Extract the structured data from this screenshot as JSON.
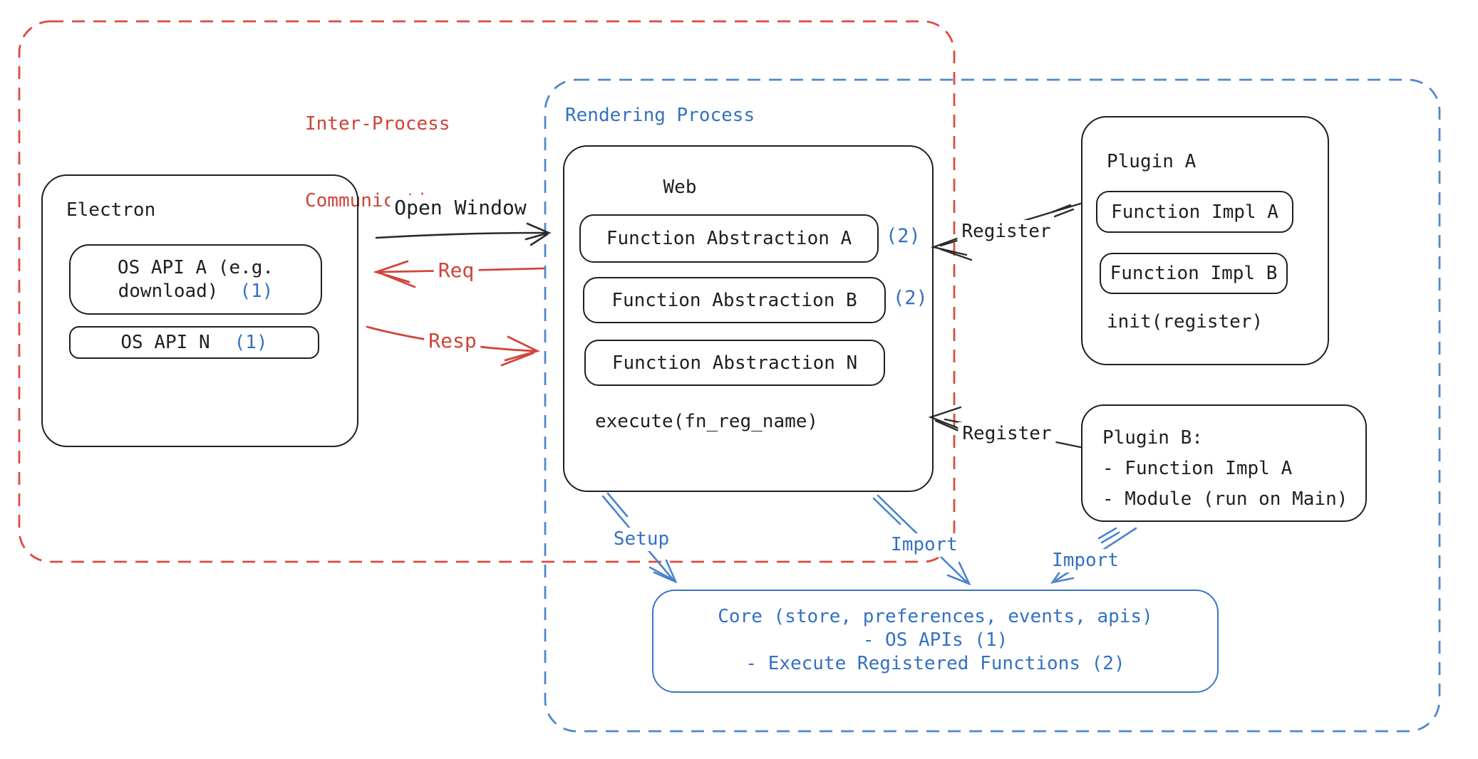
{
  "groups": {
    "ipc": {
      "label_line1": "Inter-Process",
      "label_line2": "Communication"
    },
    "rendering": {
      "label": "Rendering Process"
    }
  },
  "electron": {
    "title": "Electron",
    "os_api_a_line1": "OS API A (e.g.",
    "os_api_a_line2": "download)",
    "os_api_a_badge": "(1)",
    "os_api_n_label": "OS API N",
    "os_api_n_badge": "(1)"
  },
  "web": {
    "title": "Web",
    "fn_a_label": "Function Abstraction A",
    "fn_a_badge": "(2)",
    "fn_b_label": "Function Abstraction B",
    "fn_b_badge": "(2)",
    "fn_n_label": "Function Abstraction N",
    "execute_label": "execute(fn_reg_name)"
  },
  "plugin_a": {
    "title": "Plugin A",
    "impl_a_label": "Function Impl A",
    "impl_b_label": "Function Impl B",
    "init_label": "init(register)"
  },
  "plugin_b": {
    "title": "Plugin B:",
    "item_1": "- Function Impl A",
    "item_2": "- Module (run on Main)"
  },
  "core": {
    "line1": "Core (store, preferences, events, apis)",
    "line2": "- OS APIs (1)",
    "line3": "- Execute Registered Functions (2)"
  },
  "arrows": {
    "open_window": "Open Window",
    "req": "Req",
    "resp": "Resp",
    "register_plugin_a": "Register",
    "register_plugin_b": "Register",
    "setup": "Setup",
    "import_web": "Import",
    "import_plugin_b": "Import"
  },
  "colors": {
    "red_accent": "#cf4338",
    "blue_accent": "#3371c2",
    "ink": "#1f1f1f"
  }
}
